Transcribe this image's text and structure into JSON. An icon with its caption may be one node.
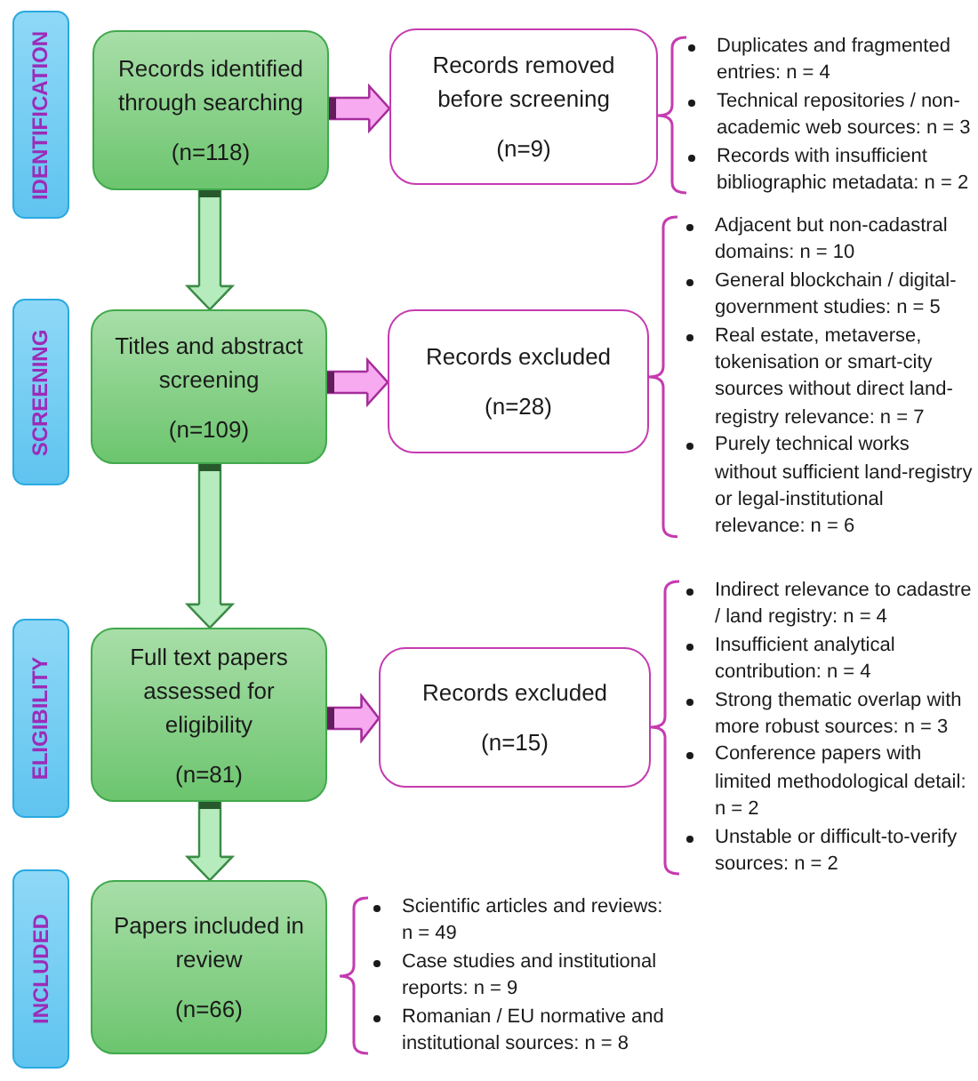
{
  "diagram": {
    "nodes": [
      {
        "text": [
          "IDENTIFICATION"
        ]
      },
      {
        "text": [
          "Records identified through searching",
          "(n=118)"
        ]
      },
      {
        "text": [
          "Records removed before screening",
          "(n=9)"
        ],
        "beside": [
          "Duplicates and fragmented entries: n = 4",
          "Technical repositories / non-academic web sources: n = 3",
          "Records with insufficient bibliographic metadata: n = 2"
        ]
      },
      {
        "text": [
          "SCREENING"
        ]
      },
      {
        "text": [
          "Titles and abstract screening",
          "(n=109)"
        ]
      },
      {
        "text": [
          "Records excluded",
          "(n=28)"
        ],
        "beside": [
          "Adjacent but non-cadastral domains: n = 10",
          "General blockchain / digital-government studies: n = 5",
          "Real estate, metaverse, tokenisation or smart-city sources without direct land-registry relevance: n = 7",
          "Purely technical works without sufficient land-registry or legal-institutional relevance: n = 6"
        ]
      },
      {
        "text": [
          "ELIGIBILITY"
        ]
      },
      {
        "text": [
          "Full text papers assessed for eligibility",
          "(n=81)"
        ]
      },
      {
        "text": [
          "Records excluded",
          "(n=15)"
        ],
        "beside": [
          "Indirect relevance to cadastre / land registry: n = 4",
          "Insufficient analytical contribution: n = 4",
          "Strong thematic overlap with more robust sources: n = 3",
          "Conference papers with limited methodological detail: n = 2",
          "Unstable or difficult-to-verify sources: n = 2"
        ]
      },
      {
        "text": [
          "INCLUDED"
        ]
      },
      {
        "text": [
          "Papers included in review",
          "(n=66)"
        ],
        "beside": [
          "Scientific articles and reviews: n = 49",
          "Case studies and institutional reports: n = 9",
          "Romanian / EU normative and institutional sources: n = 8"
        ]
      }
    ],
    "edges": [
      {
        "from": 1,
        "to": 2,
        "arrow": "to",
        "color": "#a52e9b"
      },
      {
        "from": 1,
        "to": 4,
        "arrow": "to",
        "color": "#3d8b47"
      },
      {
        "from": 4,
        "to": 5,
        "arrow": "to",
        "color": "#a52e9b"
      },
      {
        "from": 4,
        "to": 7,
        "arrow": "to",
        "color": "#3d8b47"
      },
      {
        "from": 7,
        "to": 8,
        "arrow": "to",
        "color": "#a52e9b"
      },
      {
        "from": 7,
        "to": 10,
        "arrow": "to",
        "color": "#3d8b47"
      }
    ]
  }
}
